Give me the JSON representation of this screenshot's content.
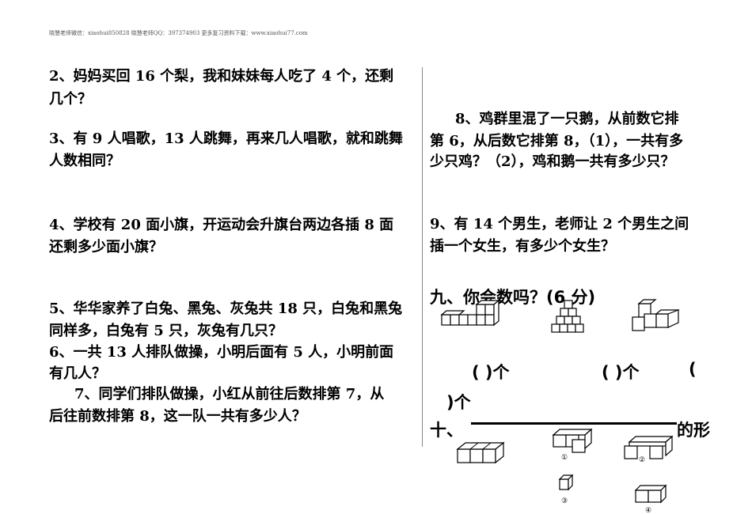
{
  "header": "晓慧老师微信：xiaohui850828 晓慧老师QQ：397374903 更多复习资料下载：www.xiaohui77.com",
  "left": [
    "2、妈妈买回 16 个梨，我和妹妹每人吃了 4 个，还剩",
    "几个？",
    "3、有 9 人唱歌，13 人跳舞，再来几人唱歌，就和跳舞",
    "人数相同？",
    "4、学校有 20 面小旗，开运动会升旗台两边各插 8 面",
    "还剩多少面小旗？",
    "5、华华家养了白兔、黑兔、灰兔共 18 只，白兔和黑兔",
    "同样多，白兔有 5 只，灰兔有几只？",
    "6、一共 13 人排队做操，小明后面有 5 人，小明前面",
    "有几人？",
    "7、同学们排队做操，小红从前往后数排第 7，从",
    "后往前数排第 8，这一队一共有多少人？"
  ],
  "right": [
    "8、鸡群里混了一只鹅，从前数它排",
    "第 6，从后数它排第 8，（1），一共有多",
    "少只鸡？（2），鸡和鹅一共有多少只？",
    "9、有 14 个男生，老师让 2 个男生之间",
    "插一个女生，有多少个女生？"
  ],
  "section9": {
    "title": "九、你会数吗？(6 分)",
    "blank1": "(    )个",
    "blank2": "(    )个",
    "blank3a": "(",
    "blank3b": ")个"
  },
  "section10": {
    "title_start": "十、",
    "title_end": "的形",
    "labels": [
      "①",
      "②",
      "③",
      "④"
    ]
  }
}
